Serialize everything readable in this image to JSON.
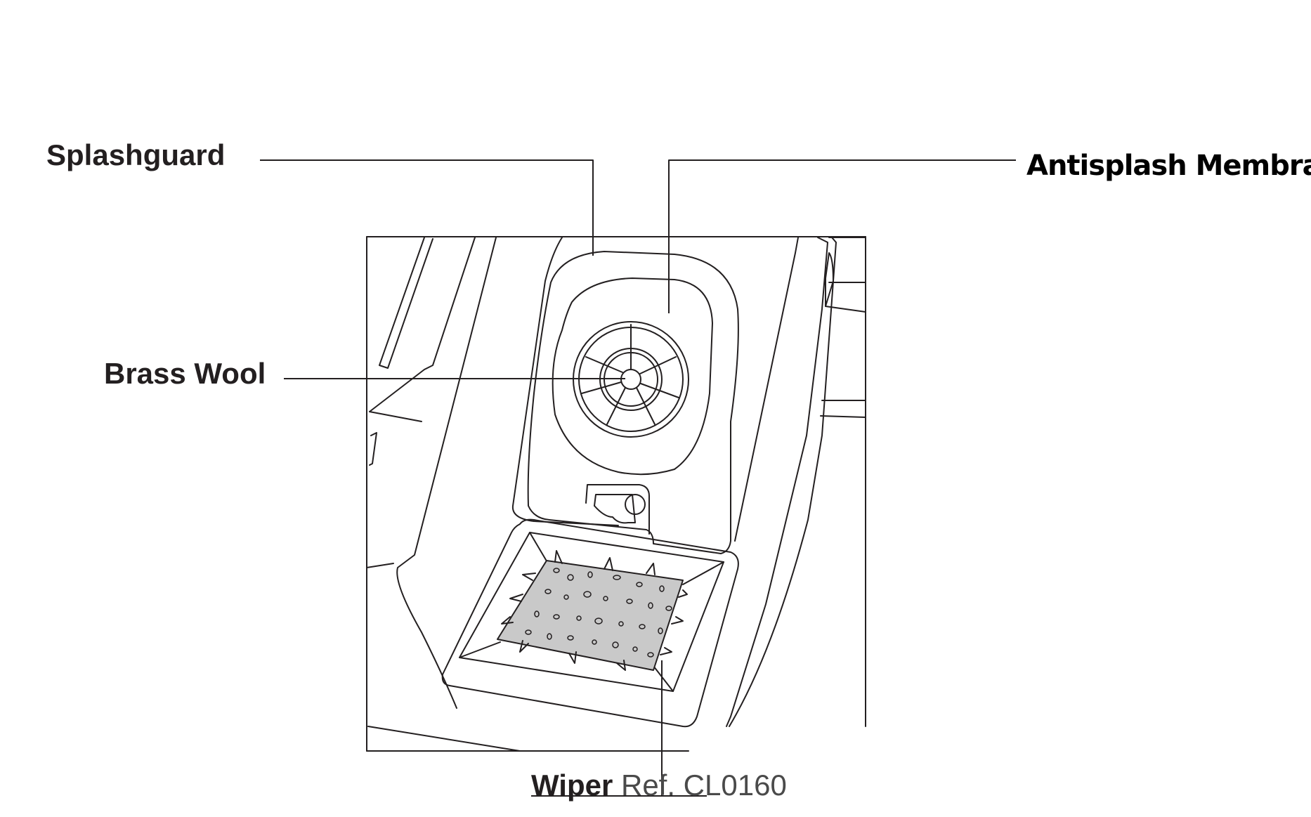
{
  "callouts": {
    "splashguard": "Splashguard",
    "brass_wool": "Brass Wool",
    "antisplash_membrane": "Antisplash Membrane",
    "wiper_name": "Wiper",
    "wiper_ref": "Ref. CL0160"
  },
  "colors": {
    "line": "#231f20",
    "sponge_fill": "#c9c9c9",
    "background": "#ffffff"
  }
}
